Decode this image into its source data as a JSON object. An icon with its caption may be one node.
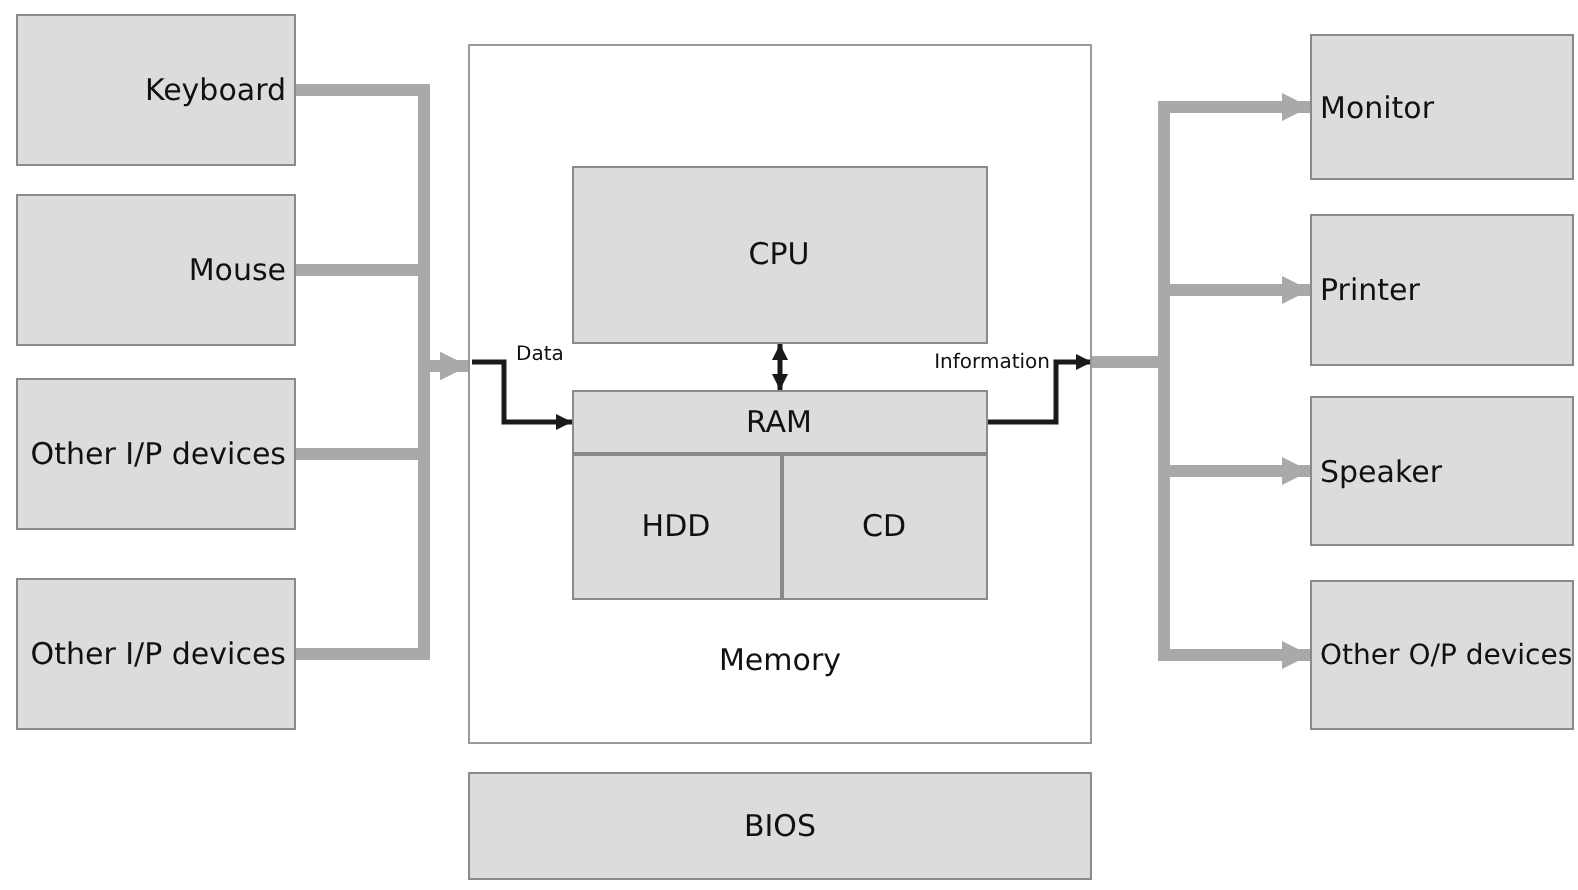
{
  "diagram": {
    "nodes": [
      {
        "text": [
          "Keyboard"
        ]
      },
      {
        "text": [
          "Mouse"
        ]
      },
      {
        "text": [
          "Other I/P devices"
        ]
      },
      {
        "text": [
          "Other I/P devices"
        ]
      },
      {
        "text": [
          "Memory"
        ]
      },
      {
        "text": [
          "CPU"
        ],
        "in": 4
      },
      {
        "text": [
          "RAM"
        ],
        "in": 4
      },
      {
        "text": [
          "HDD"
        ],
        "in": 4
      },
      {
        "text": [
          "CD"
        ],
        "in": 4
      },
      {
        "text": [
          "Monitor"
        ]
      },
      {
        "text": [
          "Printer"
        ]
      },
      {
        "text": [
          "Speaker"
        ]
      },
      {
        "text": [
          "Other O/P devices"
        ]
      },
      {
        "text": [
          "BIOS"
        ]
      }
    ],
    "edges": [
      {
        "from": 0,
        "to": 4,
        "arrow": "to"
      },
      {
        "from": 1,
        "to": 4,
        "arrow": "to"
      },
      {
        "from": 2,
        "to": 4,
        "arrow": "to"
      },
      {
        "from": 3,
        "to": 4,
        "arrow": "to"
      },
      {
        "from": 4,
        "to": 6,
        "arrow": "to",
        "label": "Data",
        "color": "#1a1a1a"
      },
      {
        "from": 5,
        "to": 6,
        "arrow": "both",
        "color": "#1a1a1a"
      },
      {
        "from": 6,
        "to": 4,
        "arrow": "to",
        "label": "Information",
        "color": "#1a1a1a"
      },
      {
        "from": 4,
        "to": 9,
        "arrow": "to"
      },
      {
        "from": 4,
        "to": 10,
        "arrow": "to"
      },
      {
        "from": 4,
        "to": 11,
        "arrow": "to"
      },
      {
        "from": 4,
        "to": 12,
        "arrow": "to"
      }
    ]
  }
}
